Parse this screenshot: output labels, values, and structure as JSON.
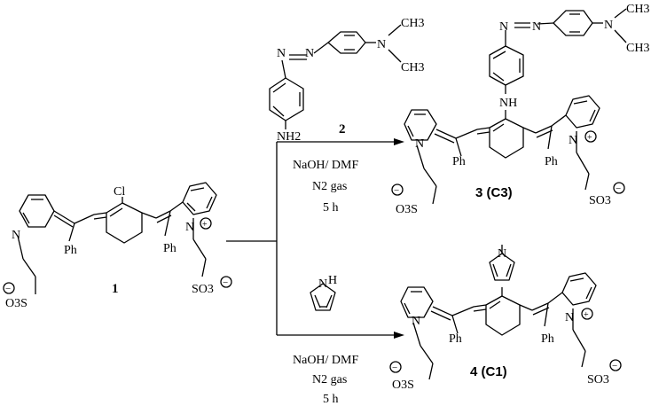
{
  "compounds": {
    "c1": {
      "number": "1",
      "substituent": "Cl",
      "left_phenyl": "Ph",
      "right_phenyl": "Ph",
      "left_nitrogen": "N",
      "right_nitrogen": "N",
      "charge": "+",
      "left_sulfonate": "O3S",
      "right_sulfonate": "SO3",
      "anion": "−"
    },
    "reagent2": {
      "number": "2",
      "amine": "NH2",
      "dimethylamino_n": "N",
      "methyl_top": "CH3",
      "methyl_bottom": "CH3"
    },
    "c3": {
      "number": "3 (C3)",
      "linker": "NH",
      "left_phenyl": "Ph",
      "right_phenyl": "Ph",
      "dimethylamino_n": "N",
      "methyl_top": "CH3",
      "methyl_bottom": "CH3",
      "left_nitrogen": "N",
      "right_nitrogen": "N",
      "charge": "+",
      "left_sulfonate": "O3S",
      "right_sulfonate": "SO3",
      "anion": "−"
    },
    "pyrrole": {
      "nh": "H",
      "ring_n": "N"
    },
    "c4": {
      "number": "4 (C1)",
      "ring_n": "N",
      "left_phenyl": "Ph",
      "right_phenyl": "Ph",
      "left_nitrogen": "N",
      "right_nitrogen": "N",
      "charge": "+",
      "left_sulfonate": "O3S",
      "right_sulfonate": "SO3",
      "anion": "−"
    }
  },
  "conditions": {
    "top": {
      "base": "NaOH/ DMF",
      "gas": "N2 gas",
      "time": "5 h"
    },
    "bottom": {
      "base": "NaOH/ DMF",
      "gas": "N2 gas",
      "time": "5 h"
    }
  }
}
